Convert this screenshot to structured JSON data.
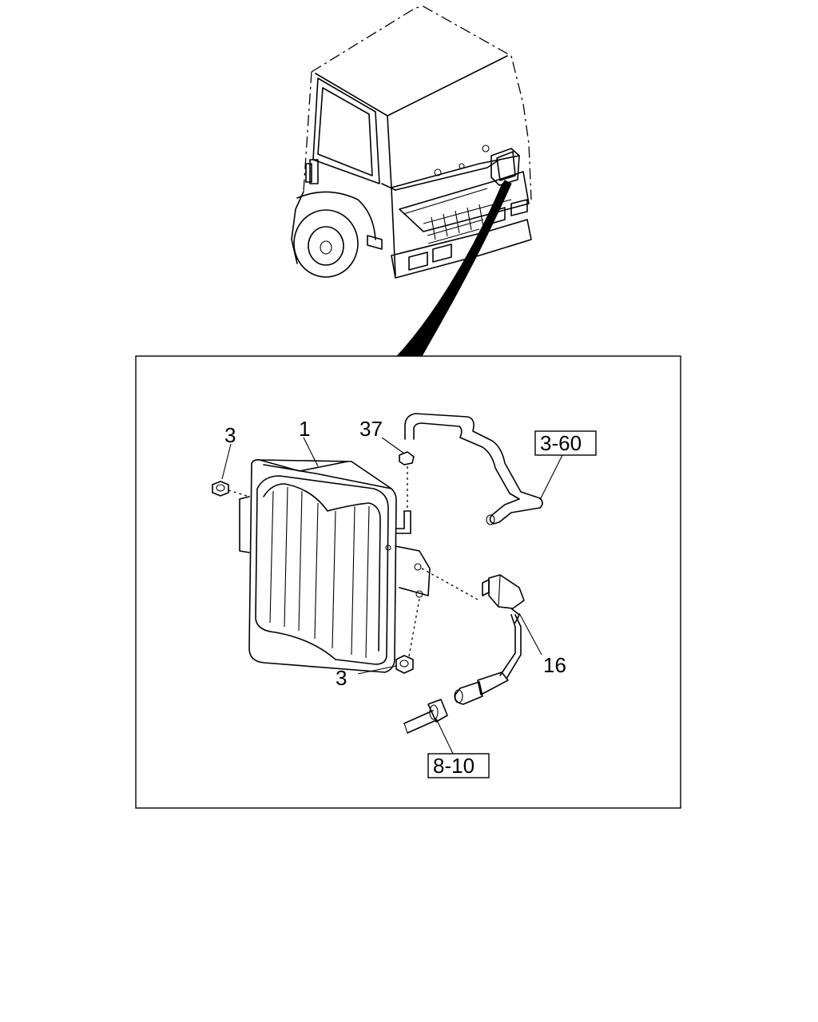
{
  "diagram": {
    "callouts": {
      "part_1": "1",
      "part_3_upper": "3",
      "part_3_lower": "3",
      "part_37": "37",
      "part_16": "16"
    },
    "references": {
      "ref_upper": "3-60",
      "ref_lower": "8-10"
    }
  }
}
